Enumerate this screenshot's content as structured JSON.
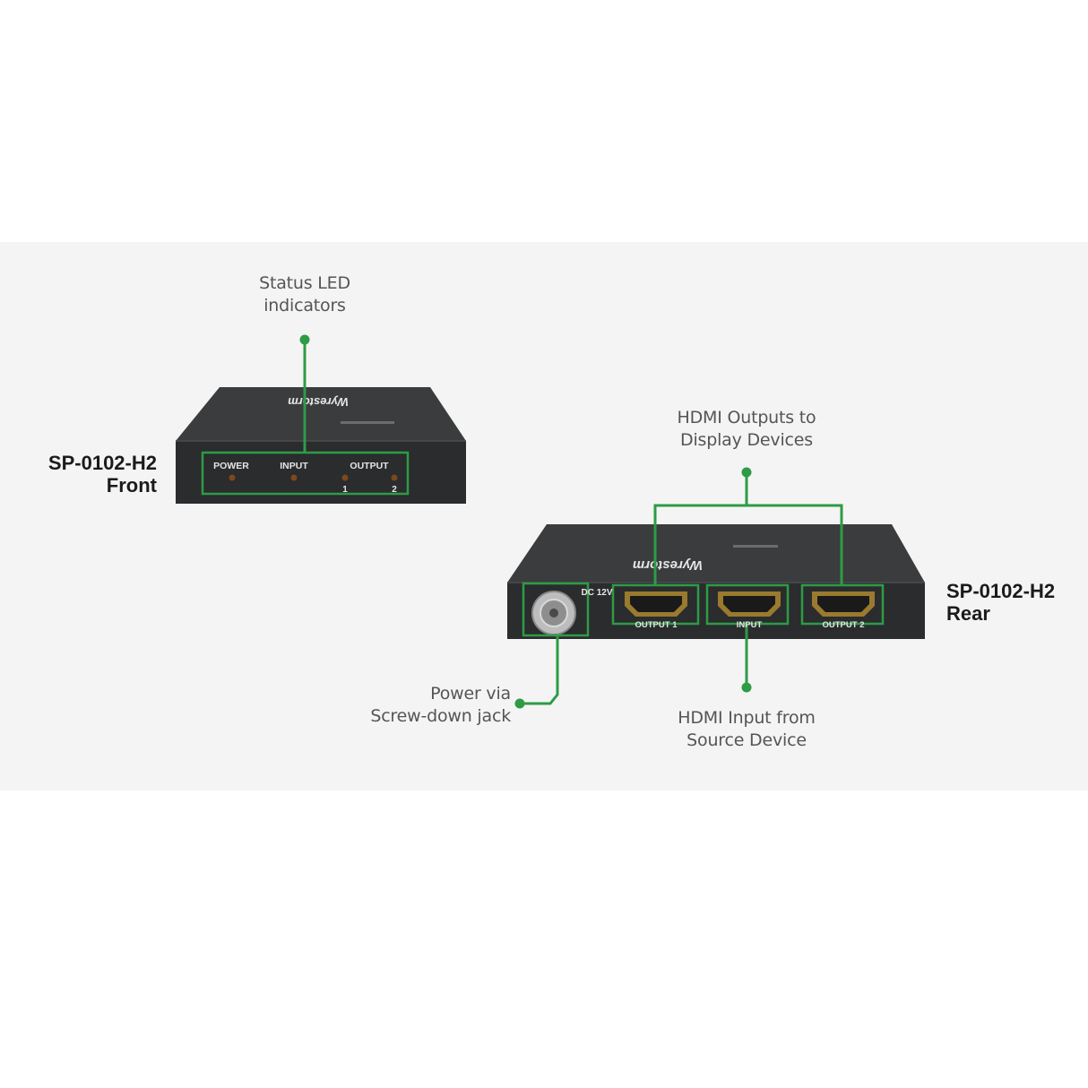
{
  "callouts": {
    "status_led": "Status LED\nindicators",
    "hdmi_outputs": "HDMI Outputs to\nDisplay Devices",
    "power": "Power via\nScrew-down jack",
    "hdmi_input": "HDMI Input from\nSource Device"
  },
  "devices": {
    "front": {
      "model": "SP-0102-H2",
      "side": "Front"
    },
    "rear": {
      "model": "SP-0102-H2",
      "side": "Rear"
    }
  },
  "front_panel": {
    "power": "POWER",
    "input": "INPUT",
    "output": "OUTPUT",
    "output_1": "1",
    "output_2": "2"
  },
  "rear_panel": {
    "dc": "DC 12V",
    "output_1": "OUTPUT 1",
    "input": "INPUT",
    "output_2": "OUTPUT 2"
  },
  "colors": {
    "accent_green": "#2e9b45",
    "device_body": "#2f3133",
    "background_panel": "#f4f4f4"
  }
}
